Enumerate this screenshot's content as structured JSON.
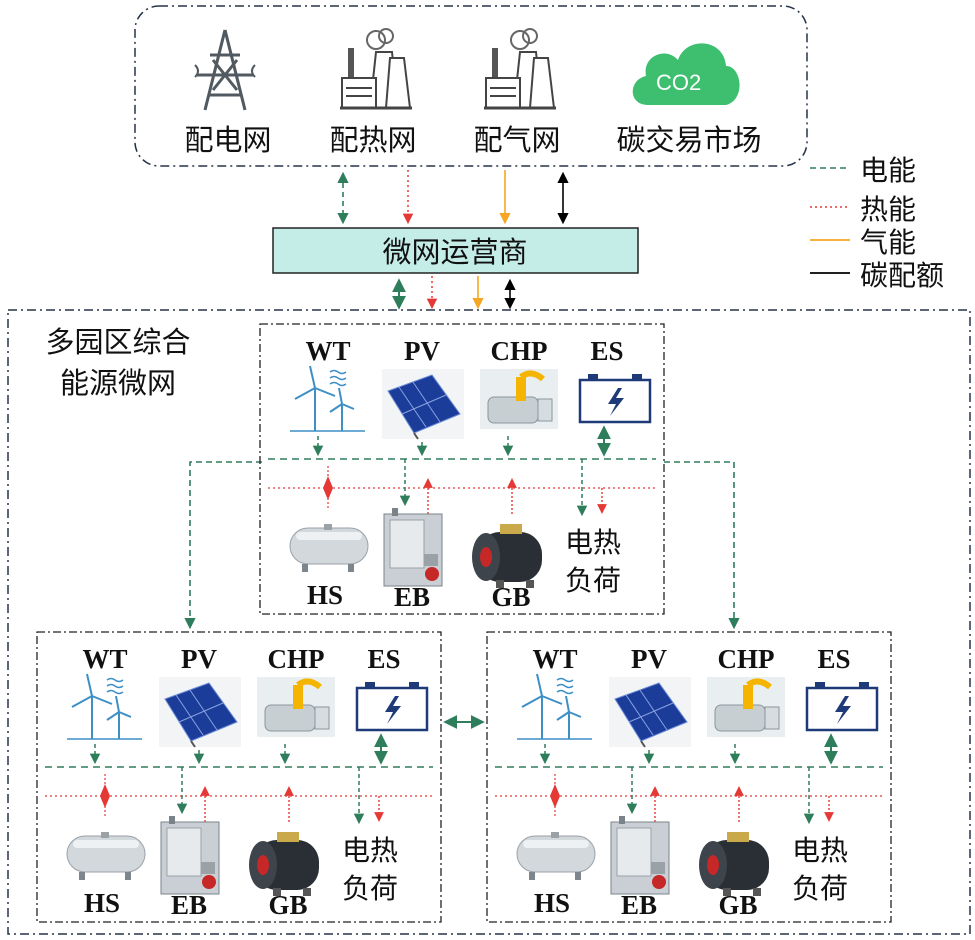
{
  "grid_top": {
    "items": [
      {
        "label": "配电网",
        "icon": "power-tower-icon"
      },
      {
        "label": "配热网",
        "icon": "heat-plant-icon"
      },
      {
        "label": "配气网",
        "icon": "gas-plant-icon"
      },
      {
        "label": "碳交易市场",
        "icon": "co2-cloud-icon",
        "icon_text": "CO2"
      }
    ]
  },
  "operator": {
    "label": "微网运营商",
    "fill": "#c5ede8"
  },
  "legend": [
    {
      "label": "电能",
      "color": "#2e7d5b",
      "style": "dashed"
    },
    {
      "label": "热能",
      "color": "#e53935",
      "style": "dotted"
    },
    {
      "label": "气能",
      "color": "#f5a623",
      "style": "solid"
    },
    {
      "label": "碳配额",
      "color": "#000000",
      "style": "solid"
    }
  ],
  "region": {
    "title_line1": "多园区综合",
    "title_line2": "能源微网"
  },
  "park": {
    "sources": [
      "WT",
      "PV",
      "CHP",
      "ES"
    ],
    "devices": [
      "HS",
      "EB",
      "GB"
    ],
    "load_line1": "电热",
    "load_line2": "负荷"
  },
  "colors": {
    "electric": "#2e7d5b",
    "heat": "#e53935",
    "gas": "#f5a623",
    "carbon": "#000000"
  }
}
